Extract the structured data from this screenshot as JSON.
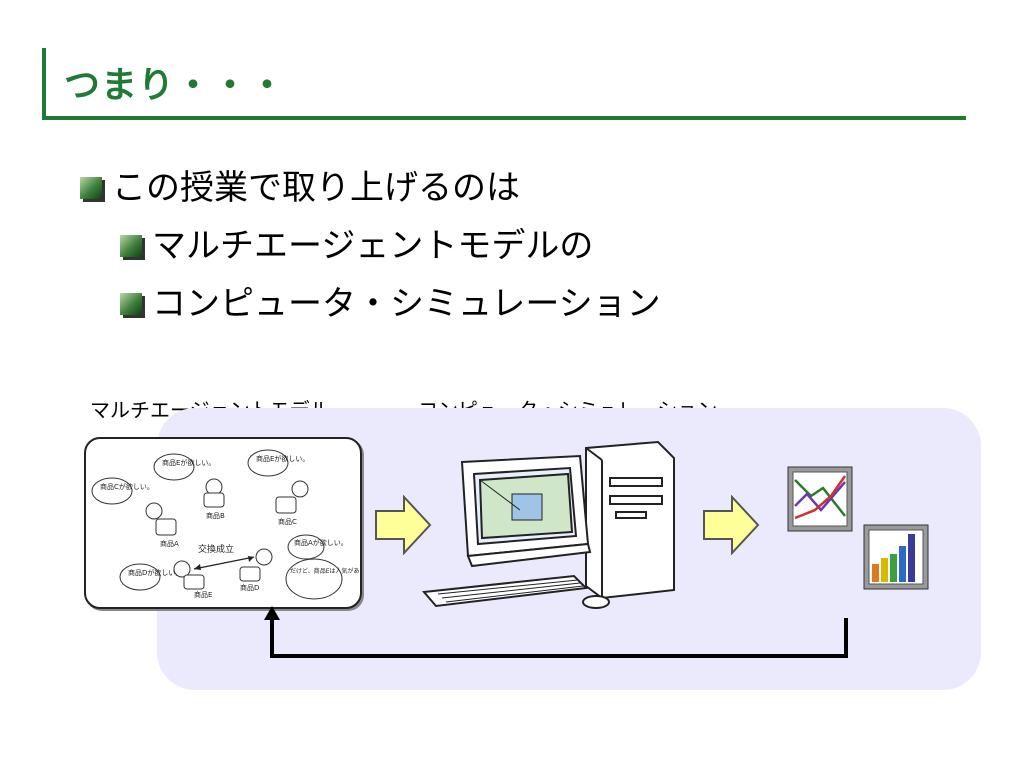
{
  "slide": {
    "title": "つまり・・・",
    "bullets": [
      "この授業で取り上げるのは",
      "マルチエージェントモデルの",
      "コンピュータ・シミュレーション"
    ]
  },
  "diagram": {
    "caption_left": "マルチエージェントモデル",
    "caption_right": "コンピュータ・シミュレーション",
    "agents": {
      "exchange_label": "交換成立",
      "items": [
        "商品A",
        "商品B",
        "商品C",
        "商品D",
        "商品E"
      ],
      "bubbles": [
        "商品Cが欲しい。",
        "商品Eが欲しい。",
        "商品Eが欲しい。",
        "商品Aが欲しい。",
        "商品Dが欲しい。",
        "だけど、商品Eは人気があるから、それでもいい。"
      ]
    },
    "colors": {
      "title_green": "#1f7a33",
      "panel_bg": "#eaeafc",
      "arrow_fill": "#ffff99",
      "arrow_stroke": "#555555"
    }
  }
}
